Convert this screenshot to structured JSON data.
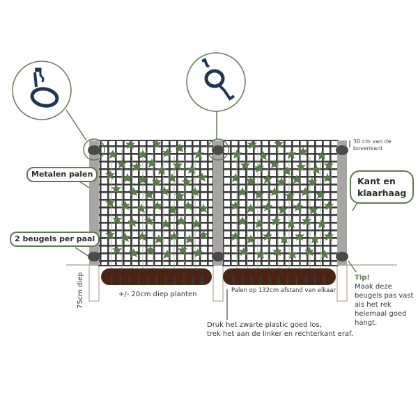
{
  "labels": {
    "metal_posts": "Metalen palen",
    "brackets_per_post": "2 beugels per paal",
    "top_offset_line1": "30 cm van de",
    "top_offset_line2": "bovenkant",
    "ready_hedge_line1": "Kant en",
    "ready_hedge_line2": "klaarhaag",
    "depth_post": "75cm diep",
    "planting_depth": "+/- 20cm diep planten",
    "post_spacing": "Palen op 132cm afstand van elkaar",
    "instruction_line1": "Druk het zwarte plastic goed los,",
    "instruction_line2": "trek het aan de linker en rechterkant eraf.",
    "tip_title": "Tip!",
    "tip_line1": "Maak deze",
    "tip_line2": "beugels pas vast",
    "tip_line3": "als het rek",
    "tip_line4": "helemaal goed",
    "tip_line5": "hangt."
  },
  "icons": {
    "bracket_left": "ring-bracket-clamp",
    "bracket_middle": "double-ring-bracket-clamp"
  },
  "colors": {
    "accent_green": "#5f7a52",
    "leaf_green": "#5b7a4c",
    "grid_dark": "#3a3a3a",
    "post_gray": "#a8a6a2",
    "soil_brown": "#4a2514",
    "bracket_blue": "#1f3552",
    "ground_line": "#8fa882",
    "underground_post": "#b7a894"
  }
}
